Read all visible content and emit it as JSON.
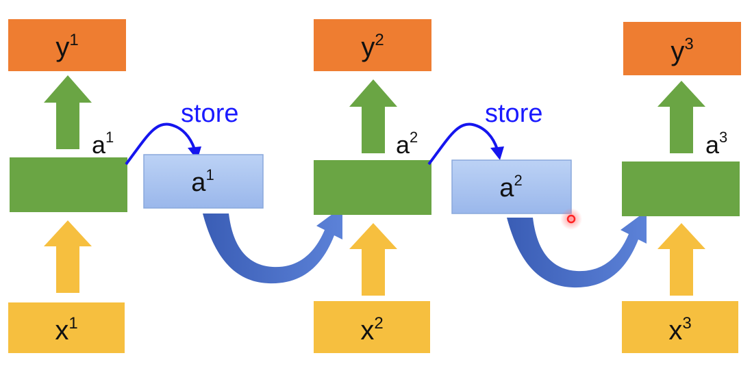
{
  "steps": [
    {
      "output": "y",
      "output_sup": "1",
      "hidden": "a",
      "hidden_sup": "1",
      "input": "x",
      "input_sup": "1"
    },
    {
      "output": "y",
      "output_sup": "2",
      "hidden": "a",
      "hidden_sup": "2",
      "input": "x",
      "input_sup": "2"
    },
    {
      "output": "y",
      "output_sup": "3",
      "hidden": "a",
      "hidden_sup": "3",
      "input": "x",
      "input_sup": "3"
    }
  ],
  "memory": [
    {
      "label": "a",
      "sup": "1",
      "store_label": "store"
    },
    {
      "label": "a",
      "sup": "2",
      "store_label": "store"
    }
  ],
  "colors": {
    "output": "#ee7d31",
    "hidden": "#6aa544",
    "input": "#f6bf3f",
    "memory": "#a9c4ef",
    "curve_arrow": "#4a6fc5",
    "store_arrow": "#1515ee",
    "up_arrow_green": "#6aa544",
    "up_arrow_yellow": "#f6bf3f",
    "cursor": "#ff2222"
  }
}
